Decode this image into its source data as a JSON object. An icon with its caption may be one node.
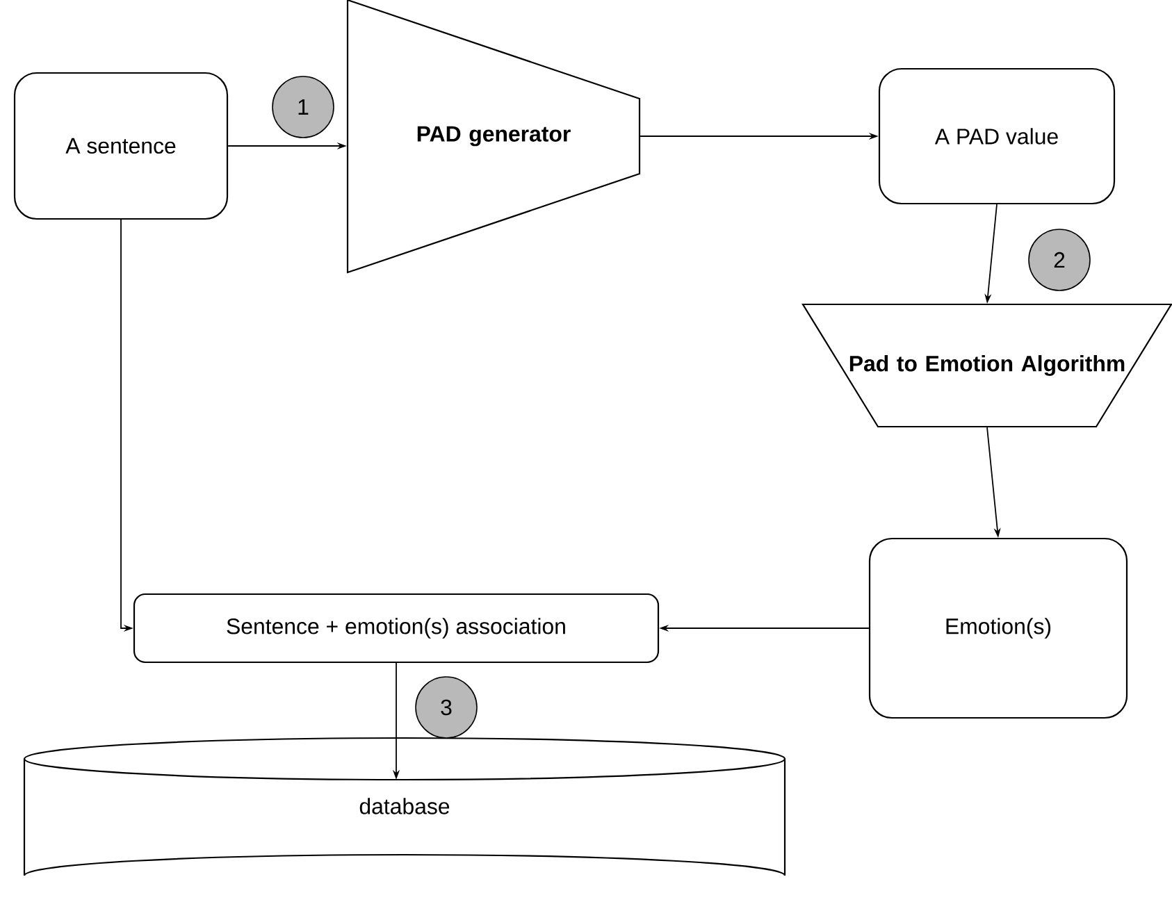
{
  "diagram": {
    "nodes": [
      {
        "text": [
          "A sentence"
        ]
      },
      {
        "text": [
          "PAD generator"
        ]
      },
      {
        "text": [
          "A PAD value"
        ]
      },
      {
        "text": [
          "Pad to Emotion Algorithm"
        ]
      },
      {
        "text": [
          "Emotion(s)"
        ]
      },
      {
        "text": [
          "Sentence + emotion(s) association"
        ]
      },
      {
        "text": [
          "database"
        ]
      }
    ],
    "edges": [
      {
        "from": 0,
        "to": 1,
        "arrow": "to"
      },
      {
        "from": 1,
        "to": 2,
        "arrow": "to"
      },
      {
        "from": 2,
        "to": 3,
        "arrow": "to"
      },
      {
        "from": 3,
        "to": 4,
        "arrow": "to"
      },
      {
        "from": 0,
        "to": 5,
        "arrow": "to"
      },
      {
        "from": 4,
        "to": 5,
        "arrow": "to"
      },
      {
        "from": 5,
        "to": 6,
        "arrow": "to"
      }
    ],
    "labels": [
      "1",
      "2",
      "3"
    ]
  }
}
